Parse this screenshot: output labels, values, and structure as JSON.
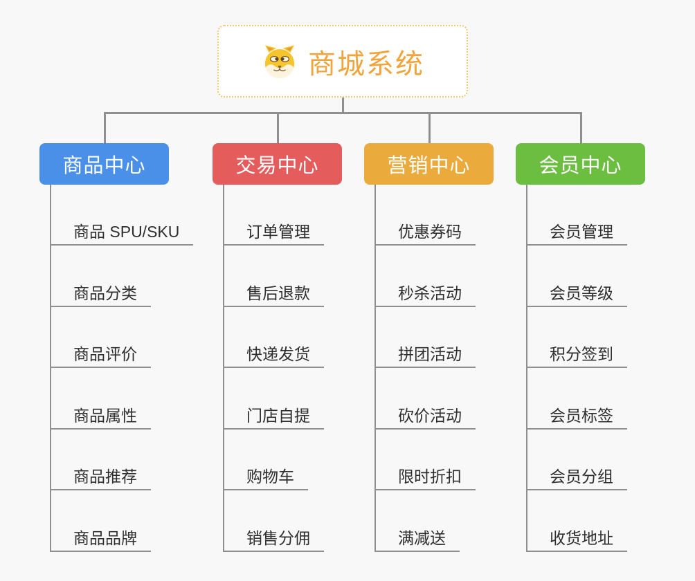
{
  "root": {
    "title": "商城系统",
    "icon": "shiba-dog-icon",
    "title_color": "#F0A43C",
    "border_color": "#F3C671"
  },
  "connector_color": "#8F8F8F",
  "branches": [
    {
      "label": "商品中心",
      "color": "#4A90E9",
      "items": [
        "商品 SPU/SKU",
        "商品分类",
        "商品评价",
        "商品属性",
        "商品推荐",
        "商品品牌"
      ]
    },
    {
      "label": "交易中心",
      "color": "#E55C5C",
      "items": [
        "订单管理",
        "售后退款",
        "快递发货",
        "门店自提",
        "购物车",
        "销售分佣"
      ]
    },
    {
      "label": "营销中心",
      "color": "#EBAA3C",
      "items": [
        "优惠券码",
        "秒杀活动",
        "拼团活动",
        "砍价活动",
        "限时折扣",
        "满减送"
      ]
    },
    {
      "label": "会员中心",
      "color": "#6CBE40",
      "items": [
        "会员管理",
        "会员等级",
        "积分签到",
        "会员标签",
        "会员分组",
        "收货地址"
      ]
    }
  ]
}
